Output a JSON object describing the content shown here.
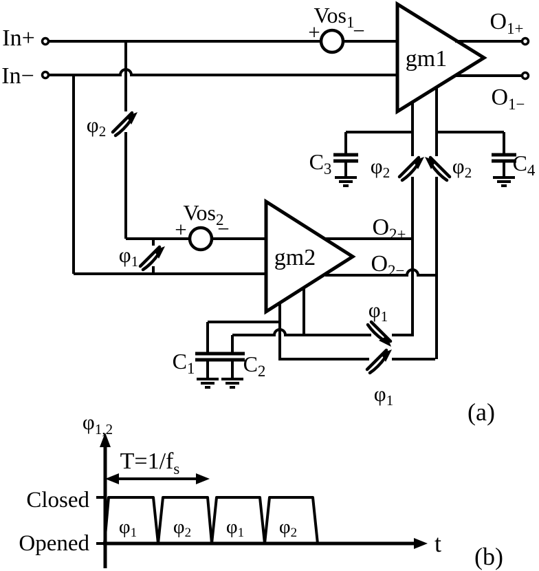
{
  "colors": {
    "ink": "#000000",
    "background": "#ffffff"
  },
  "circuit": {
    "inputs": {
      "in_plus": "In+",
      "in_minus": "In−"
    },
    "amplifiers": {
      "gm1": "gm1",
      "gm2": "gm2"
    },
    "offset_sources": {
      "vos1": {
        "base": "Vos",
        "sub": "1",
        "plus": "+",
        "minus": "−"
      },
      "vos2": {
        "base": "Vos",
        "sub": "2",
        "plus": "+",
        "minus": "−"
      }
    },
    "outputs": {
      "o1_plus": {
        "base": "O",
        "sub": "1+"
      },
      "o1_minus": {
        "base": "O",
        "sub": "1−"
      },
      "o2_plus": {
        "base": "O",
        "sub": "2+"
      },
      "o2_minus": {
        "base": "O",
        "sub": "2−"
      }
    },
    "capacitors": {
      "c1": {
        "base": "C",
        "sub": "1"
      },
      "c2": {
        "base": "C",
        "sub": "2"
      },
      "c3": {
        "base": "C",
        "sub": "3"
      },
      "c4": {
        "base": "C",
        "sub": "4"
      }
    },
    "switches": {
      "phi2_top": {
        "base": "φ",
        "sub": "2"
      },
      "phi1_input": {
        "base": "φ",
        "sub": "1"
      },
      "phi2_mid_left": {
        "base": "φ",
        "sub": "2"
      },
      "phi2_mid_right": {
        "base": "φ",
        "sub": "2"
      },
      "phi1_upper": {
        "base": "φ",
        "sub": "1"
      },
      "phi1_lower": {
        "base": "φ",
        "sub": "1"
      }
    },
    "panel_label": "(a)"
  },
  "timing": {
    "axis_label": {
      "base": "φ",
      "sub": "1,2"
    },
    "period_label": {
      "base": "T=1/f",
      "sub": "s"
    },
    "level_closed": "Closed",
    "level_opened": "Opened",
    "time_label": "t",
    "pulses": [
      {
        "base": "φ",
        "sub": "1"
      },
      {
        "base": "φ",
        "sub": "2"
      },
      {
        "base": "φ",
        "sub": "1"
      },
      {
        "base": "φ",
        "sub": "2"
      }
    ],
    "panel_label": "(b)"
  }
}
